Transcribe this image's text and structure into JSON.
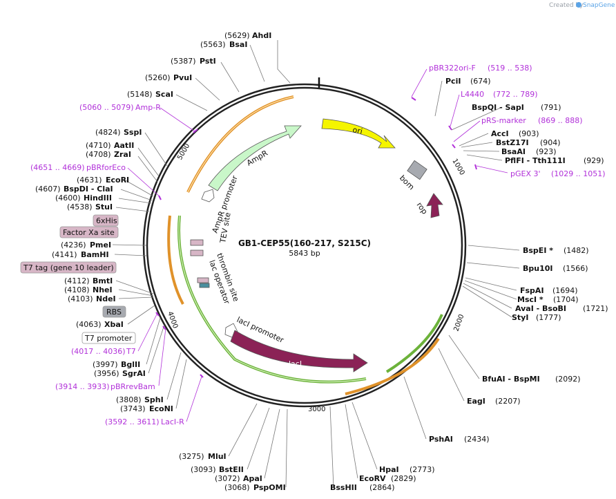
{
  "brand": {
    "prefix": "Created by",
    "name": "SnapGene"
  },
  "plasmid": {
    "name": "GB1-CEP55(160-217, S215C)",
    "length": "5843 bp"
  },
  "ticks": [
    "1000",
    "2000",
    "3000",
    "4000",
    "5000"
  ],
  "sites_right": [
    {
      "pos": "(674)",
      "name": "PciI"
    },
    {
      "pos": "(791)",
      "name": "BspQI - SapI"
    },
    {
      "pos": "(903)",
      "name": "AccI"
    },
    {
      "pos": "(904)",
      "name": "BstZ17I"
    },
    {
      "pos": "(923)",
      "name": "BsaAI"
    },
    {
      "pos": "(929)",
      "name": "PflFI - Tth111I"
    },
    {
      "pos": "(1482)",
      "name": "BspEI *"
    },
    {
      "pos": "(1566)",
      "name": "Bpu10I"
    },
    {
      "pos": "(1694)",
      "name": "FspAI"
    },
    {
      "pos": "(1704)",
      "name": "MscI *"
    },
    {
      "pos": "(1721)",
      "name": "AvaI - BsoBI"
    },
    {
      "pos": "(1777)",
      "name": "StyI"
    },
    {
      "pos": "(2092)",
      "name": "BfuAI - BspMI"
    },
    {
      "pos": "(2207)",
      "name": "EagI"
    },
    {
      "pos": "(2434)",
      "name": "PshAI"
    },
    {
      "pos": "(2773)",
      "name": "HpaI"
    },
    {
      "pos": "(2829)",
      "name": "EcoRV"
    },
    {
      "pos": "(2864)",
      "name": "BssHII"
    }
  ],
  "sites_left": [
    {
      "pos": "(5629)",
      "name": "AhdI"
    },
    {
      "pos": "(5563)",
      "name": "BsaI"
    },
    {
      "pos": "(5387)",
      "name": "PstI"
    },
    {
      "pos": "(5260)",
      "name": "PvuI"
    },
    {
      "pos": "(5148)",
      "name": "ScaI"
    },
    {
      "pos": "(4824)",
      "name": "SspI"
    },
    {
      "pos": "(4710)",
      "name": "AatII"
    },
    {
      "pos": "(4708)",
      "name": "ZraI"
    },
    {
      "pos": "(4631)",
      "name": "EcoRI"
    },
    {
      "pos": "(4607)",
      "name": "BspDI - ClaI"
    },
    {
      "pos": "(4600)",
      "name": "HindIII"
    },
    {
      "pos": "(4538)",
      "name": "StuI"
    },
    {
      "pos": "(4236)",
      "name": "PmeI"
    },
    {
      "pos": "(4141)",
      "name": "BamHI"
    },
    {
      "pos": "(4112)",
      "name": "BmtI"
    },
    {
      "pos": "(4108)",
      "name": "NheI"
    },
    {
      "pos": "(4103)",
      "name": "NdeI"
    },
    {
      "pos": "(4063)",
      "name": "XbaI"
    },
    {
      "pos": "(3997)",
      "name": "BglII"
    },
    {
      "pos": "(3956)",
      "name": "SgrAI"
    },
    {
      "pos": "(3808)",
      "name": "SphI"
    },
    {
      "pos": "(3743)",
      "name": "EcoNI"
    },
    {
      "pos": "(3275)",
      "name": "MluI"
    },
    {
      "pos": "(3093)",
      "name": "BstEII"
    },
    {
      "pos": "(3072)",
      "name": "ApaI"
    },
    {
      "pos": "(3068)",
      "name": "PspOMI"
    }
  ],
  "primers": [
    {
      "name": "pBR322ori-F",
      "range": "(519 .. 538)"
    },
    {
      "name": "L4440",
      "range": "(772 .. 789)"
    },
    {
      "name": "pRS-marker",
      "range": "(869 .. 888)"
    },
    {
      "name": "pGEX 3'",
      "range": "(1029 .. 1051)"
    },
    {
      "name": "Amp-R",
      "range": "(5060 .. 5079)"
    },
    {
      "name": "pBRforEco",
      "range": "(4651 .. 4669)"
    },
    {
      "name": "T7",
      "range": "(4017 .. 4036)"
    },
    {
      "name": "pBRrevBam",
      "range": "(3914 .. 3933)"
    },
    {
      "name": "LacI-R",
      "range": "(3592 .. 3611)"
    }
  ],
  "boxed": [
    {
      "name": "6xHis"
    },
    {
      "name": "Factor Xa site"
    },
    {
      "name": "T7 tag (gene 10 leader)"
    },
    {
      "name": "RBS"
    },
    {
      "name": "T7 promoter"
    }
  ],
  "features": {
    "ori": "ori",
    "bom": "bom",
    "rop": "rop",
    "ampr": "AmpR",
    "ampr_promoter": "AmpR promoter",
    "tev": "TEV site",
    "thrombin": "thrombin site",
    "lac_operator": "lac operator",
    "laci_promoter": "lacI promoter",
    "laci": "lacI"
  },
  "colors": {
    "ori": "#f5f500",
    "bom": "#a7aab0",
    "rop": "#8b2256",
    "ampr": "#c9f7c9",
    "laci": "#8b2256",
    "primer": "#b130d9",
    "orf_orange": "#e0922a",
    "orf_green": "#6cb23a",
    "tag_fill": "#d7b6c6"
  }
}
